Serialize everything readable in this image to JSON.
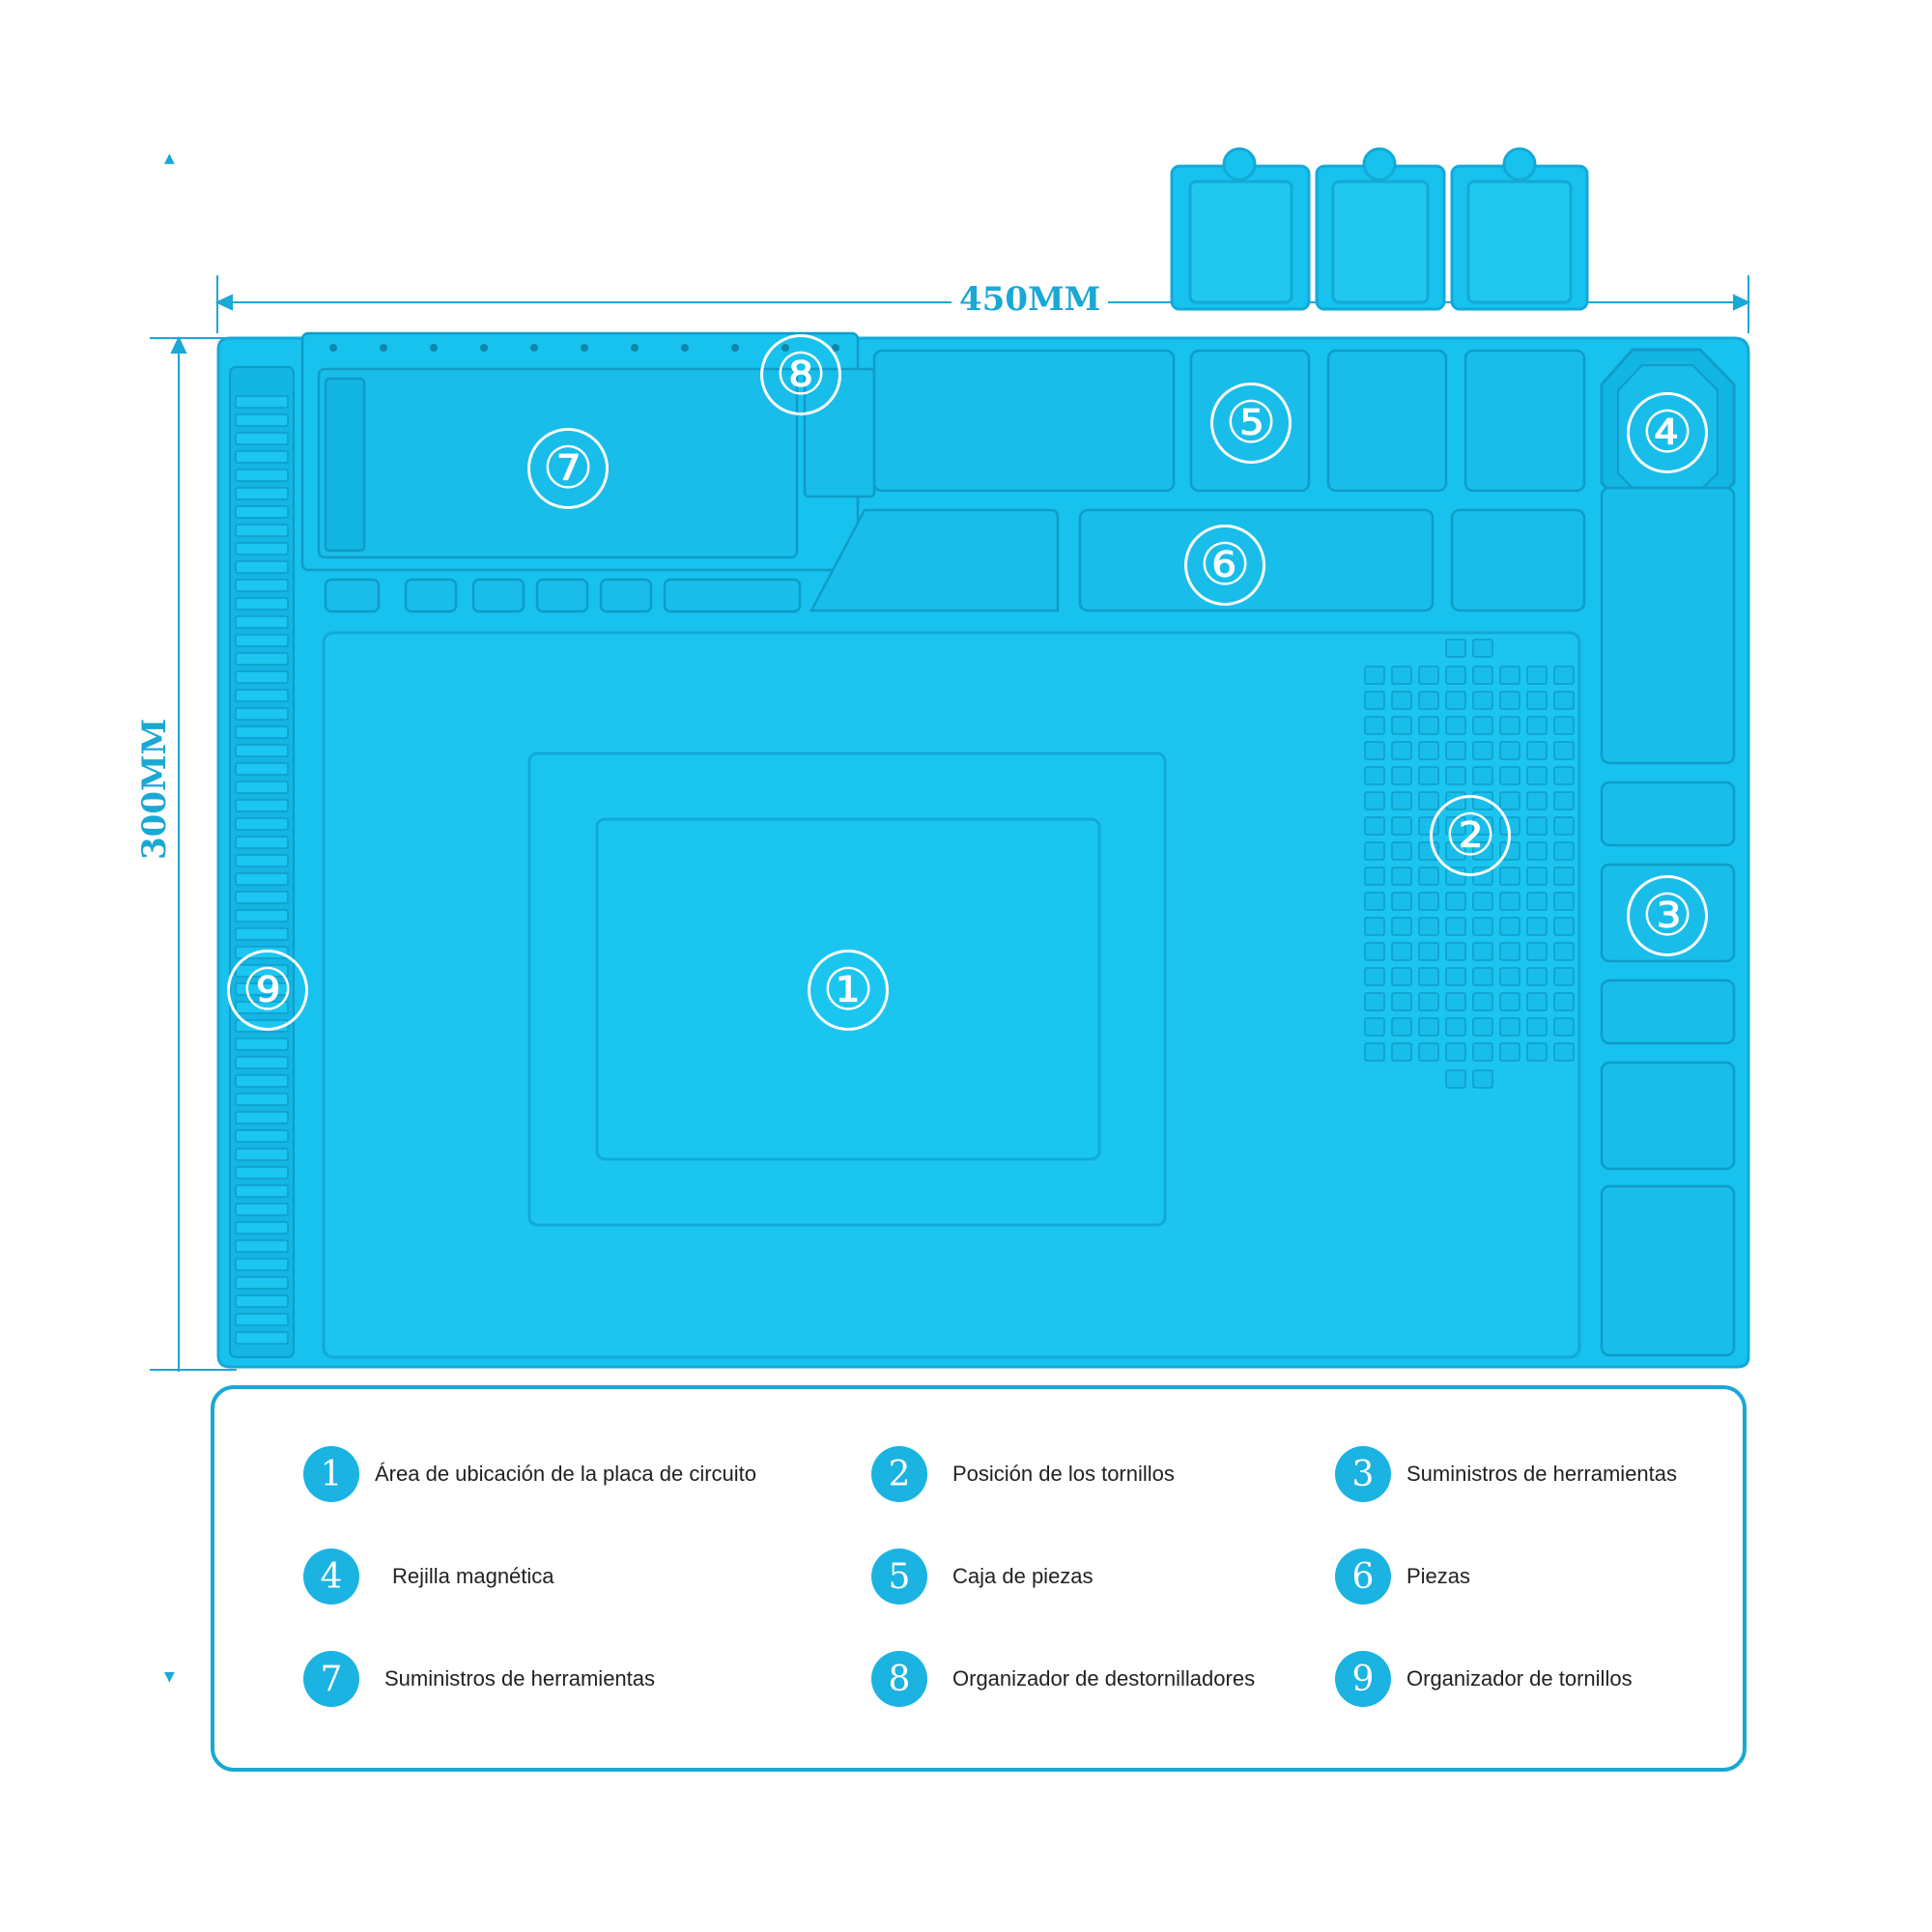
{
  "dimensions": {
    "width_label": "450MM",
    "height_label": "300MM"
  },
  "colors": {
    "mat": "#17c2ee",
    "mat_dark": "#13a9d6",
    "accent": "#1aa8d4",
    "legend_badge": "#1ab3e2"
  },
  "markers": [
    "①",
    "②",
    "③",
    "④",
    "⑤",
    "⑥",
    "⑦",
    "⑧",
    "⑨"
  ],
  "legend": [
    {
      "num": "1",
      "text": "Área de ubicación de la placa de circuito"
    },
    {
      "num": "2",
      "text": "Posición de los tornillos"
    },
    {
      "num": "3",
      "text": "Suministros de herramientas"
    },
    {
      "num": "4",
      "text": "Rejilla magnética"
    },
    {
      "num": "5",
      "text": "Caja de piezas"
    },
    {
      "num": "6",
      "text": "Piezas"
    },
    {
      "num": "7",
      "text": "Suministros de herramientas"
    },
    {
      "num": "8",
      "text": "Organizador de destornilladores"
    },
    {
      "num": "9",
      "text": "Organizador de tornillos"
    }
  ]
}
